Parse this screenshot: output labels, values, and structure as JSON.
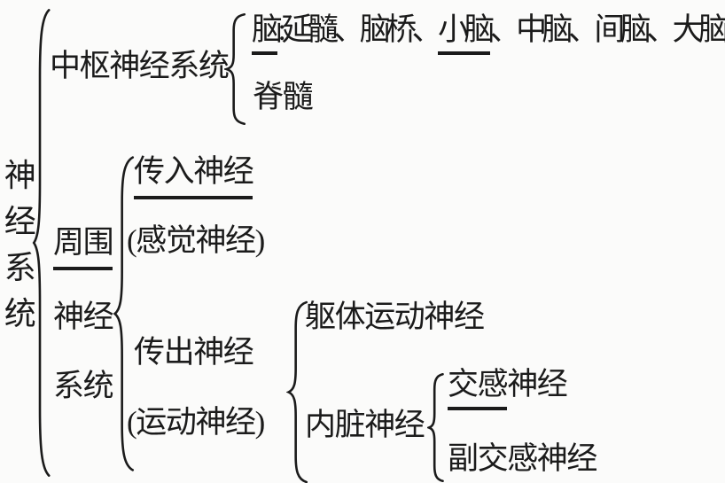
{
  "diagram": {
    "root": {
      "label_vertical": "神\n经\n系\n统"
    },
    "cns": {
      "label": "中枢神经系统",
      "brain_underlined": "脑",
      "brain_mid": ":延髓、脑桥、",
      "brain_underlined2": "小脑",
      "brain_rest": "、中脑、间脑、大脑",
      "spinal": "脊髓"
    },
    "pns": {
      "label_lines": [
        "周围",
        "神经",
        "系统"
      ],
      "afferent": "传入神经",
      "afferent_paren": "(感觉神经)",
      "efferent": "传出神经",
      "efferent_paren": "(运动神经)",
      "somatic": "躯体运动神经",
      "visceral": "内脏神经",
      "sympathetic_underlined": "交感",
      "sympathetic_rest": "神经",
      "parasympathetic": "副交感神经"
    },
    "colors": {
      "ink": "#1b1b1b",
      "paper": "#fbfbfa"
    }
  }
}
